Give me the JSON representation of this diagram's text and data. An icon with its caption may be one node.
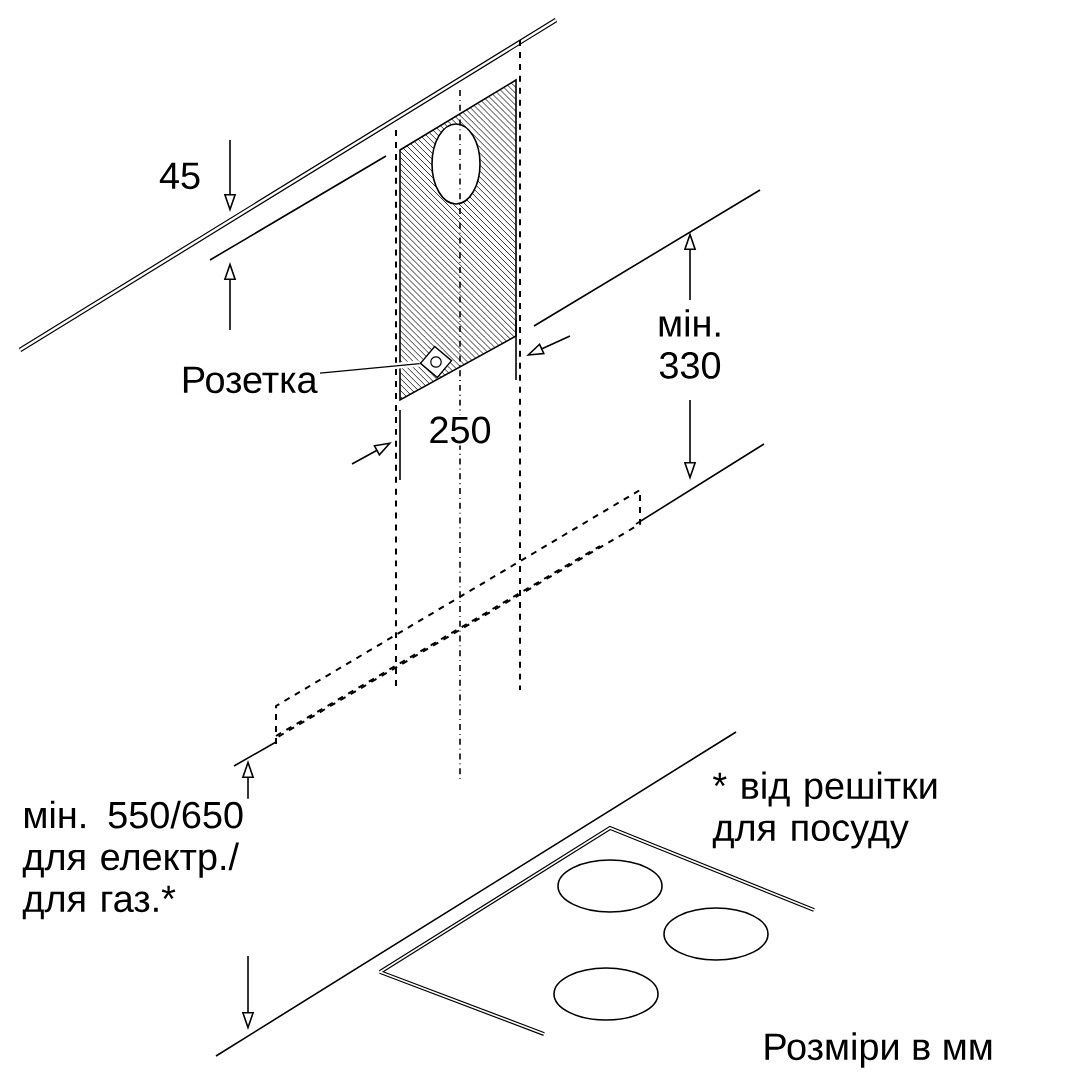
{
  "diagram": {
    "nodes": [
      {
        "text": [
          "Розетка"
        ]
      },
      {
        "text": [],
        "shape": "diamond"
      }
    ],
    "edges": [
      {
        "from": 0,
        "to": 1,
        "arrow": "none"
      }
    ],
    "labels": [
      "45",
      "250",
      "мін. 330",
      "мін. 550/650 для електр./ для газ.*",
      "* від решітки для посуду",
      "Розміри в мм"
    ]
  }
}
